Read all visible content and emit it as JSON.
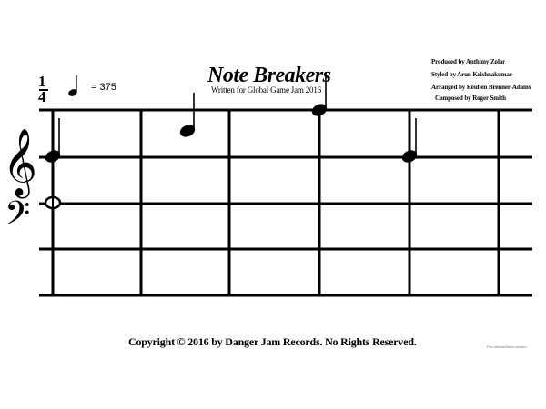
{
  "credits": {
    "produced": "Produced by Anthony Zolar",
    "styled": "Styled by Arun Krishnakumar",
    "arranged": "Arranged by Reuben Brenner-Adams",
    "composed": "Composed by Roger Smith"
  },
  "header": {
    "title": "Note Breakers",
    "subtitle": "Written for Global Game Jam 2016"
  },
  "tempo": {
    "value": "= 375"
  },
  "time_signature": {
    "top": "1",
    "bottom": "4"
  },
  "footer": {
    "copyright": "Copyright ©  2016 by Danger Jam Records.    No Rights Reserved.",
    "footnote": "Pre-release/beta version"
  },
  "board": {
    "rows": 4,
    "columns": 6,
    "notes": [
      {
        "column": 0,
        "row": 1,
        "head": "filled",
        "stem": "up"
      },
      {
        "column": 0,
        "row": 2,
        "head": "whole",
        "stem": "none"
      },
      {
        "column": 1,
        "row": 0.45,
        "head": "filled",
        "stem": "up"
      },
      {
        "column": 3,
        "row": 0,
        "head": "filled",
        "stem": "up"
      },
      {
        "column": 4,
        "row": 1,
        "head": "filled",
        "stem": "up"
      }
    ]
  }
}
